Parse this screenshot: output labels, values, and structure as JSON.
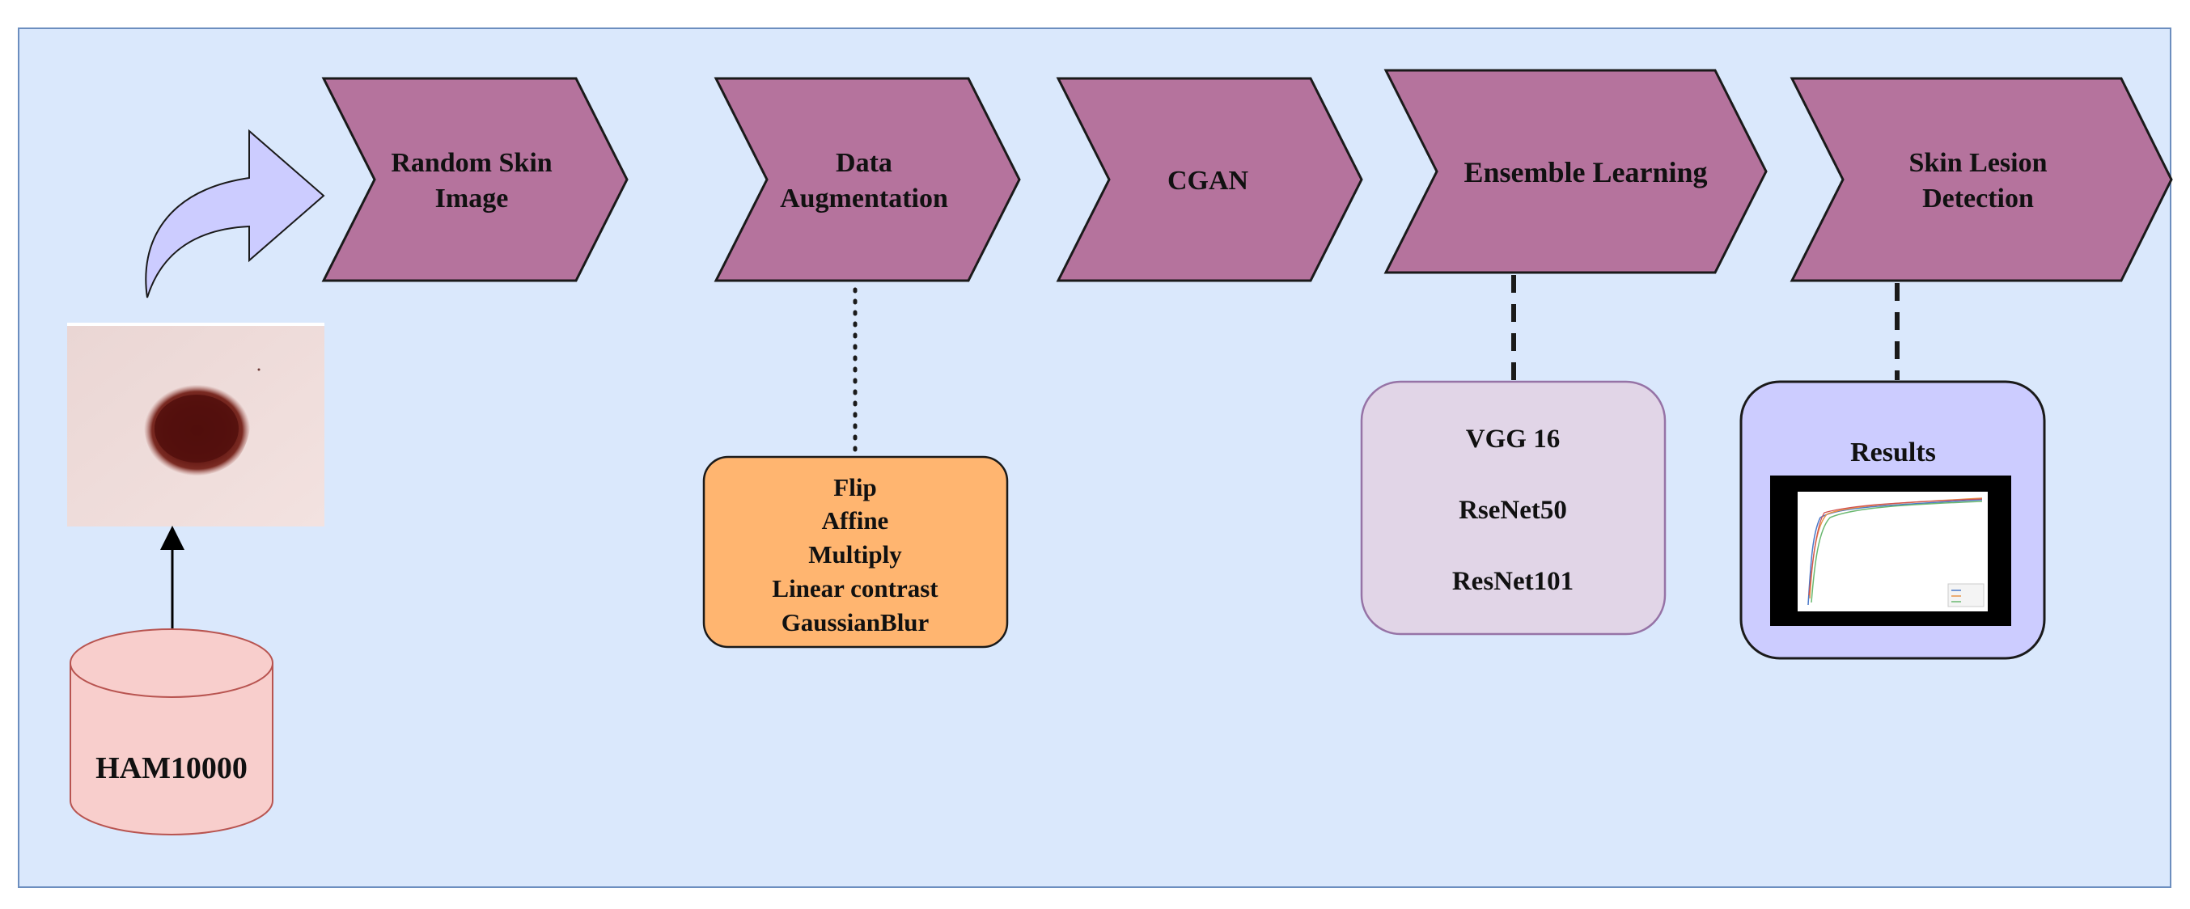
{
  "colors": {
    "panel_fill": "#dae8fc",
    "panel_border": "#6c8ebf",
    "chevron_fill": "#b5739d",
    "chevron_stroke": "#1a1a1a",
    "augment_fill": "#ffb570",
    "models_fill": "#e1d5e7",
    "models_border": "#9673a6",
    "results_fill": "#ccccff",
    "database_fill": "#f8cecc",
    "database_border": "#b85450",
    "curved_arrow_fill": "#ccccff"
  },
  "pipeline": [
    {
      "id": "random-skin-image",
      "lines": [
        "Random Skin",
        "Image"
      ]
    },
    {
      "id": "data-augmentation",
      "lines": [
        "Data",
        "Augmentation"
      ]
    },
    {
      "id": "cgan",
      "lines": [
        "CGAN"
      ]
    },
    {
      "id": "ensemble-learning",
      "lines": [
        "Ensemble Learning"
      ]
    },
    {
      "id": "skin-lesion-detection",
      "lines": [
        "Skin Lesion",
        "Detection"
      ]
    }
  ],
  "augmentations": [
    "Flip",
    "Affine",
    "Multiply",
    "Linear contrast",
    "GaussianBlur"
  ],
  "models": [
    "VGG 16",
    "RseNet50",
    "ResNet101"
  ],
  "results": {
    "title": "Results"
  },
  "dataset": {
    "label": "HAM10000"
  },
  "icons": {
    "curved_arrow": "curved-arrow-icon",
    "skin_image": "skin-lesion-image",
    "results_plot": "results-plot-thumbnail"
  }
}
